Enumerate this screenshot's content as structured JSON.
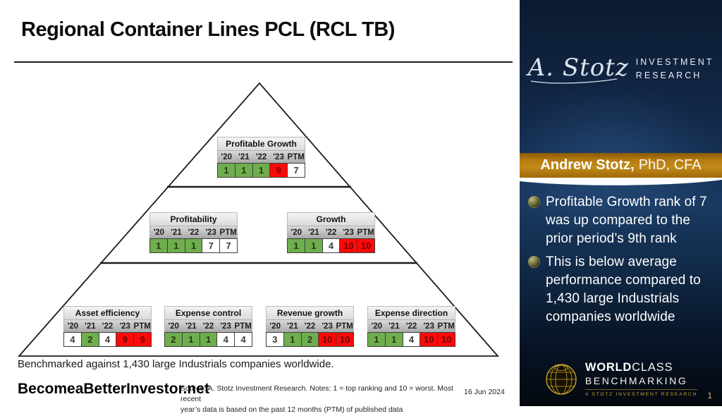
{
  "title": "Regional Container Lines PCL (RCL TB)",
  "pyramid": {
    "years": [
      "'20",
      "'21",
      "'22",
      "'23",
      "PTM"
    ],
    "tables": [
      {
        "title": "Profitable Growth",
        "cells": [
          {
            "v": "1",
            "c": "green"
          },
          {
            "v": "1",
            "c": "green"
          },
          {
            "v": "1",
            "c": "green"
          },
          {
            "v": "9",
            "c": "red"
          },
          {
            "v": "7",
            "c": "white"
          }
        ]
      },
      {
        "title": "Profitability",
        "cells": [
          {
            "v": "1",
            "c": "green"
          },
          {
            "v": "1",
            "c": "green"
          },
          {
            "v": "1",
            "c": "green"
          },
          {
            "v": "7",
            "c": "white"
          },
          {
            "v": "7",
            "c": "white"
          }
        ]
      },
      {
        "title": "Growth",
        "cells": [
          {
            "v": "1",
            "c": "green"
          },
          {
            "v": "1",
            "c": "green"
          },
          {
            "v": "4",
            "c": "white"
          },
          {
            "v": "10",
            "c": "red"
          },
          {
            "v": "10",
            "c": "red"
          }
        ]
      },
      {
        "title": "Asset efficiency",
        "cells": [
          {
            "v": "4",
            "c": "white"
          },
          {
            "v": "2",
            "c": "green"
          },
          {
            "v": "4",
            "c": "white"
          },
          {
            "v": "9",
            "c": "red"
          },
          {
            "v": "9",
            "c": "red"
          }
        ]
      },
      {
        "title": "Expense control",
        "cells": [
          {
            "v": "2",
            "c": "green"
          },
          {
            "v": "1",
            "c": "green"
          },
          {
            "v": "1",
            "c": "green"
          },
          {
            "v": "4",
            "c": "white"
          },
          {
            "v": "4",
            "c": "white"
          }
        ]
      },
      {
        "title": "Revenue growth",
        "cells": [
          {
            "v": "3",
            "c": "white"
          },
          {
            "v": "1",
            "c": "green"
          },
          {
            "v": "2",
            "c": "green"
          },
          {
            "v": "10",
            "c": "red"
          },
          {
            "v": "10",
            "c": "red"
          }
        ]
      },
      {
        "title": "Expense direction",
        "cells": [
          {
            "v": "1",
            "c": "green"
          },
          {
            "v": "1",
            "c": "green"
          },
          {
            "v": "4",
            "c": "white"
          },
          {
            "v": "10",
            "c": "red"
          },
          {
            "v": "10",
            "c": "red"
          }
        ]
      }
    ]
  },
  "footer": {
    "benchmark_note": "Benchmarked against 1,430 large Industrials companies worldwide.",
    "website": "BecomeaBetterInvestor.net",
    "source_line1": "Source: A. Stotz Investment Research. Notes: 1 = top ranking and 10 = worst. Most recent",
    "source_line2": "year’s data is based on the past 12 months (PTM) of published data",
    "date": "16 Jun 2024"
  },
  "sidebar": {
    "logo": {
      "script": "A. Stotz",
      "caps1": "INVESTMENT",
      "caps2": "RESEARCH"
    },
    "banner": {
      "bold": "Andrew Stotz,",
      "rest": "PhD, CFA"
    },
    "bullets": [
      "Profitable Growth rank of 7 was up compared to the prior period’s 9th rank",
      "This is below average performance compared to 1,430 large Industrials companies worldwide"
    ],
    "worldclass": {
      "word1": "WORLD",
      "word2": "CLASS",
      "line2": "BENCHMARKING",
      "line3": "A STOTZ INVESTMENT RESEARCH"
    },
    "page_number": "1"
  },
  "palette": {
    "rank_green": "#6fae4e",
    "rank_red": "#fb0a0a",
    "banner_gold": "#b57b10",
    "panel_navy": "#13294a",
    "accent_gold": "#c9a227"
  }
}
